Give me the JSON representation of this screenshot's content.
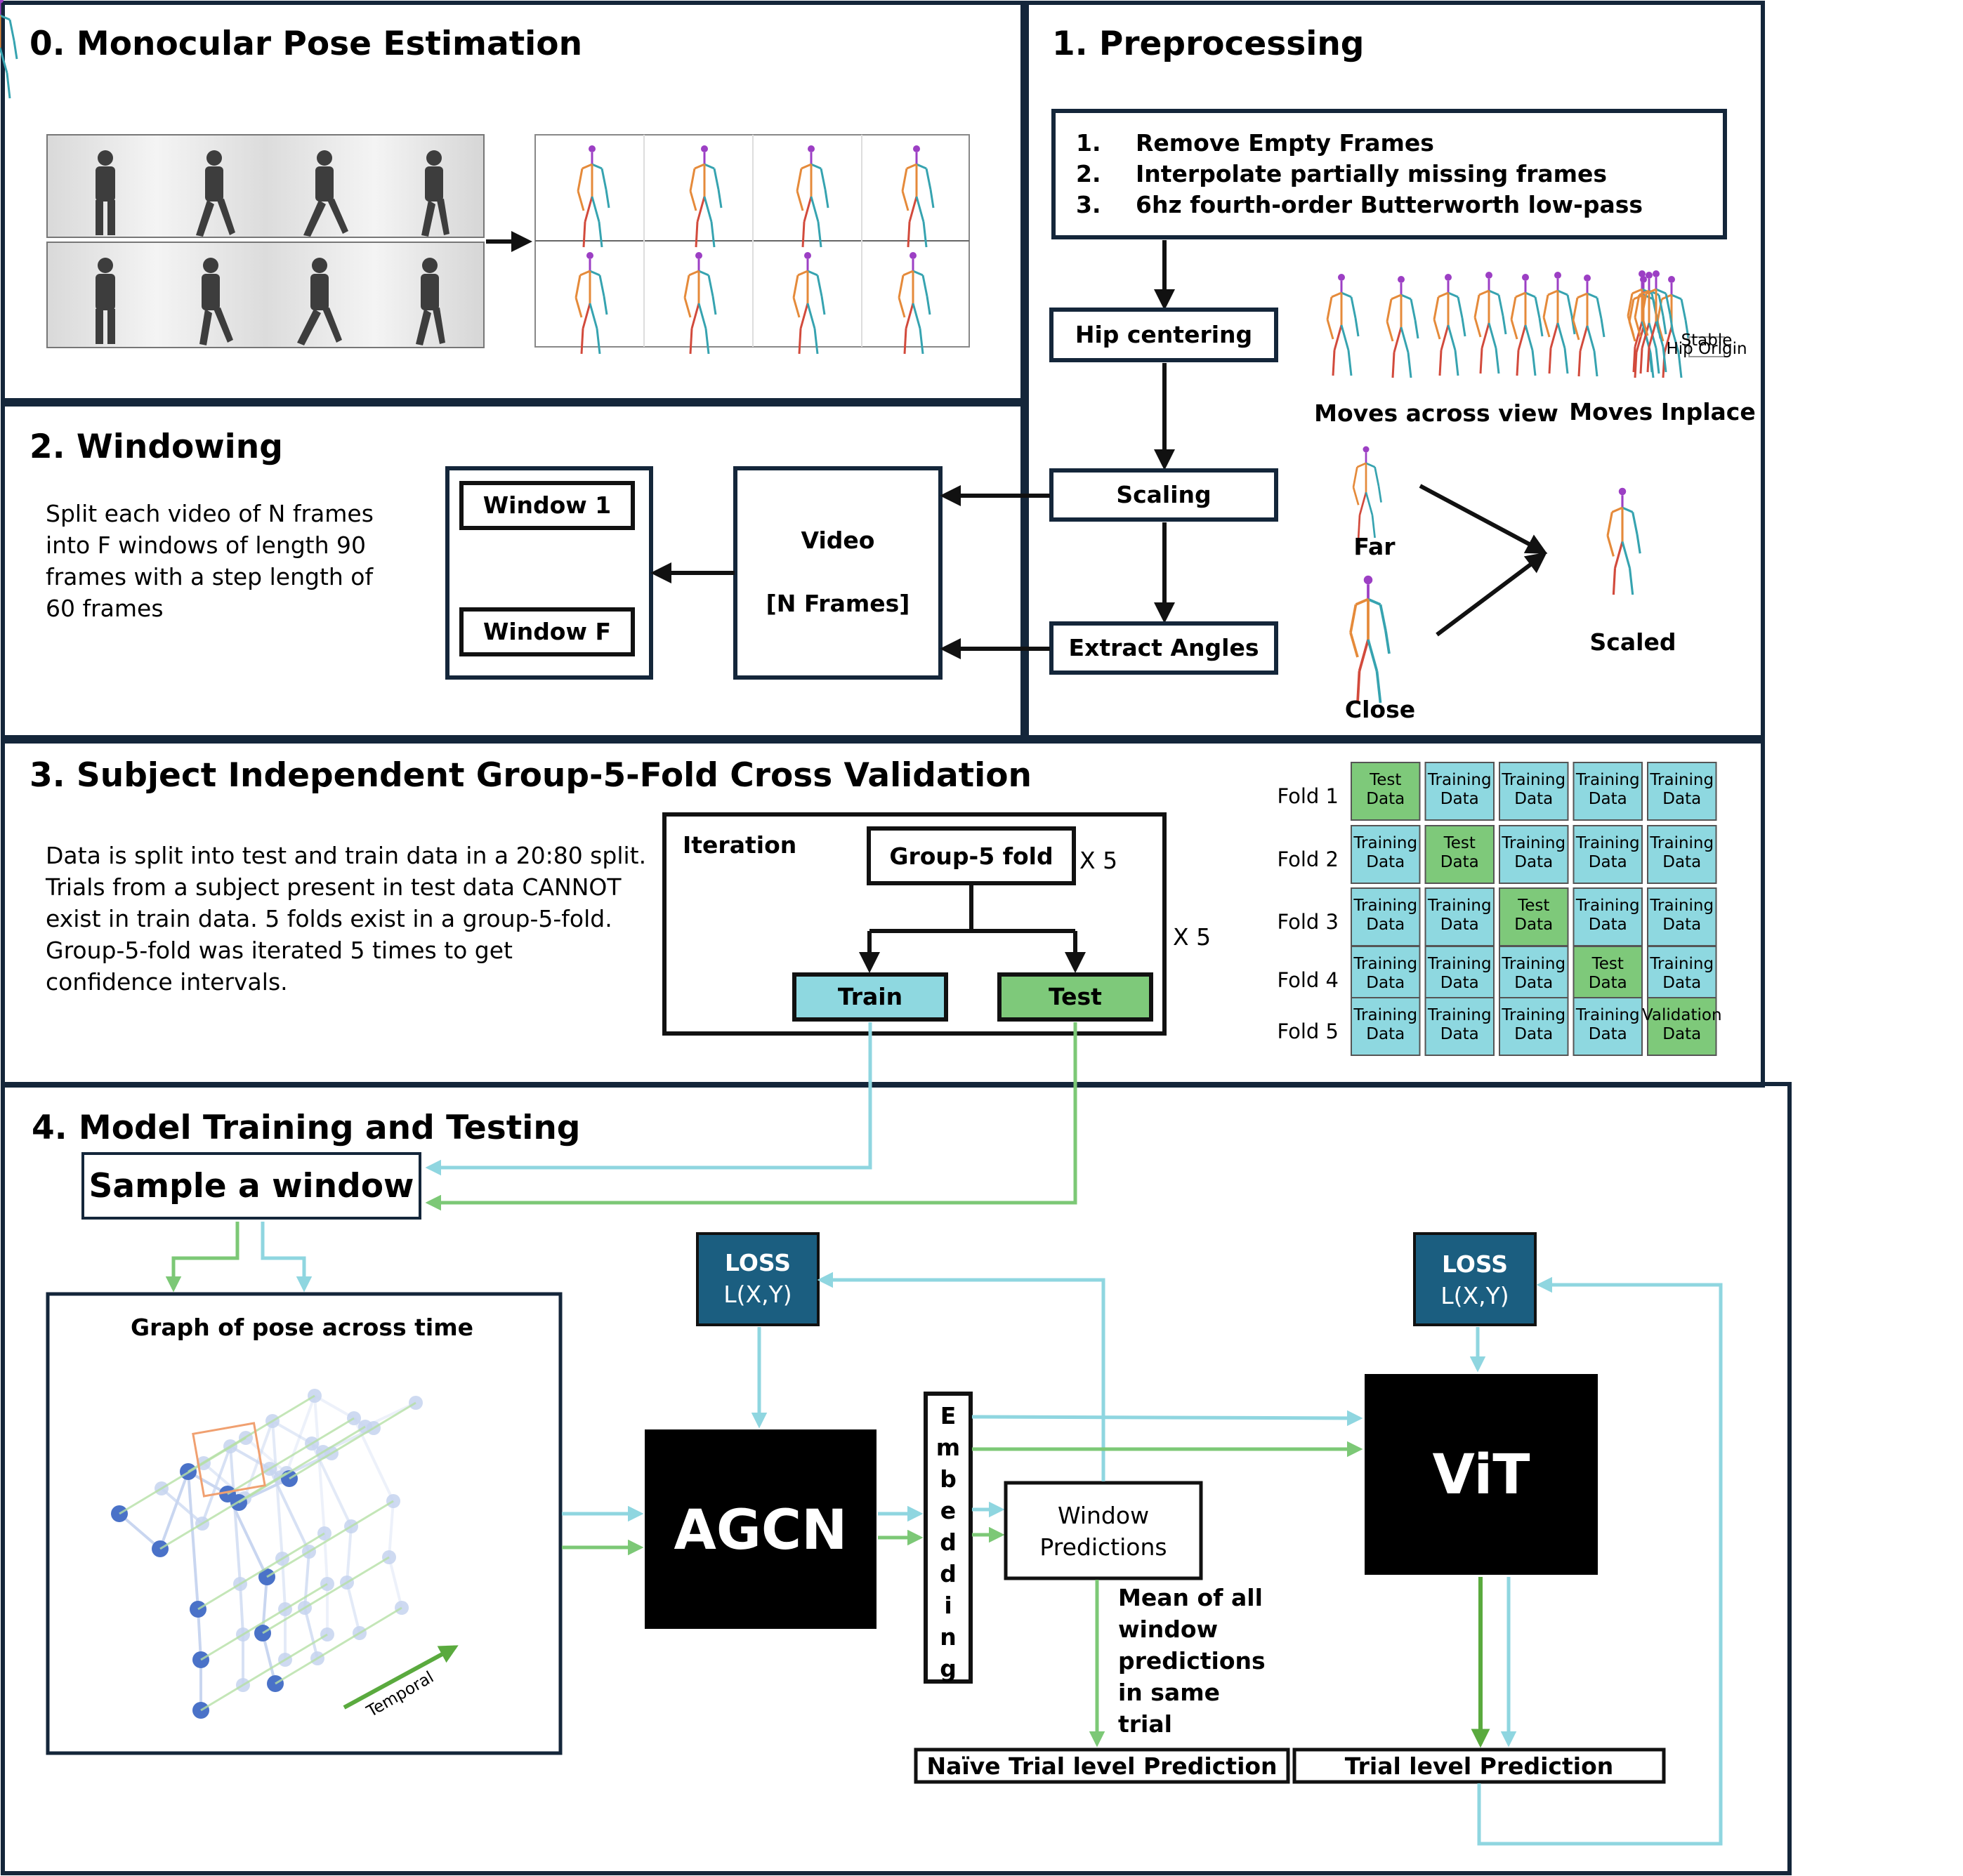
{
  "sections": {
    "s0": {
      "title": "0. Monocular Pose Estimation"
    },
    "s1": {
      "title": "1. Preprocessing",
      "steps": [
        {
          "num": "1.",
          "text": "Remove Empty Frames"
        },
        {
          "num": "2.",
          "text": "Interpolate partially missing frames"
        },
        {
          "num": "3.",
          "text": "6hz fourth-order Butterworth low-pass"
        }
      ],
      "flow": [
        "Hip centering",
        "Scaling",
        "Extract Angles"
      ],
      "labels": {
        "moves_across": "Moves across view",
        "moves_inplace": "Moves Inplace",
        "far": "Far",
        "close": "Close",
        "scaled": "Scaled",
        "stable_hip": [
          "Stable",
          "Hip Origin"
        ]
      }
    },
    "s2": {
      "title": "2. Windowing",
      "description": [
        "Split each video of N frames",
        "into F windows of length 90",
        "frames with a step length of",
        "60 frames"
      ],
      "window_first": "Window 1",
      "window_last": "Window F",
      "video": "Video",
      "video_frames": "[N Frames]"
    },
    "s3": {
      "title": "3. Subject Independent Group-5-Fold Cross Validation",
      "description": [
        "Data is split into test and train data in a 20:80 split.",
        "Trials from a subject present in test data CANNOT",
        "exist in train data.  5 folds exist in a group-5-fold.",
        "Group-5-fold was iterated 5 times to get",
        "confidence intervals."
      ],
      "iteration": "Iteration",
      "group_fold": "Group-5 fold",
      "x5_inner": "X 5",
      "x5_outer": "X 5",
      "train": "Train",
      "test": "Test",
      "folds": [
        {
          "label": "Fold 1",
          "cells": [
            [
              "Test",
              "Data"
            ],
            [
              "Training",
              "Data"
            ],
            [
              "Training",
              "Data"
            ],
            [
              "Training",
              "Data"
            ],
            [
              "Training",
              "Data"
            ]
          ],
          "kinds": [
            "test",
            "train",
            "train",
            "train",
            "train"
          ]
        },
        {
          "label": "Fold 2",
          "cells": [
            [
              "Training",
              "Data"
            ],
            [
              "Test",
              "Data"
            ],
            [
              "Training",
              "Data"
            ],
            [
              "Training",
              "Data"
            ],
            [
              "Training",
              "Data"
            ]
          ],
          "kinds": [
            "train",
            "test",
            "train",
            "train",
            "train"
          ]
        },
        {
          "label": "Fold 3",
          "cells": [
            [
              "Training",
              "Data"
            ],
            [
              "Training",
              "Data"
            ],
            [
              "Test",
              "Data"
            ],
            [
              "Training",
              "Data"
            ],
            [
              "Training",
              "Data"
            ]
          ],
          "kinds": [
            "train",
            "train",
            "test",
            "train",
            "train"
          ]
        },
        {
          "label": "Fold 4",
          "cells": [
            [
              "Training",
              "Data"
            ],
            [
              "Training",
              "Data"
            ],
            [
              "Training",
              "Data"
            ],
            [
              "Test",
              "Data"
            ],
            [
              "Training",
              "Data"
            ]
          ],
          "kinds": [
            "train",
            "train",
            "train",
            "test",
            "train"
          ]
        },
        {
          "label": "Fold 5",
          "cells": [
            [
              "Training",
              "Data"
            ],
            [
              "Training",
              "Data"
            ],
            [
              "Training",
              "Data"
            ],
            [
              "Training",
              "Data"
            ],
            [
              "Validation",
              "Data"
            ]
          ],
          "kinds": [
            "train",
            "train",
            "train",
            "train",
            "test"
          ]
        }
      ]
    },
    "s4": {
      "title": "4. Model Training and Testing",
      "sample_window": "Sample a window",
      "graph_title": "Graph of pose across time",
      "temporal": "Temporal",
      "agcn": "AGCN",
      "vit": "ViT",
      "embedding": [
        "E",
        "m",
        "b",
        "e",
        "d",
        "d",
        "i",
        "n",
        "g"
      ],
      "loss_title": "LOSS",
      "loss_fn": "L(X,Y)",
      "window_predictions": [
        "Window",
        "Predictions"
      ],
      "mean_text": [
        "Mean of  all",
        "window",
        "predictions",
        "in same",
        "trial"
      ],
      "naive_prediction": "Naïve Trial level Prediction",
      "trial_prediction": "Trial level Prediction"
    }
  },
  "colors": {
    "train": "#8ed8e0",
    "test": "#7ec97a",
    "arrow_train": "#8fd6e0",
    "arrow_test": "#7cc876",
    "loss_box": "#1b5e80",
    "panel_border": "#14263a",
    "node_dark": "#4a72c8",
    "node_light": "#c5d3ef",
    "skeleton_left": "#d24a3c",
    "skeleton_right": "#36a3b0",
    "skeleton_arm": "#e58a3a",
    "skeleton_head": "#9c3fc4"
  }
}
